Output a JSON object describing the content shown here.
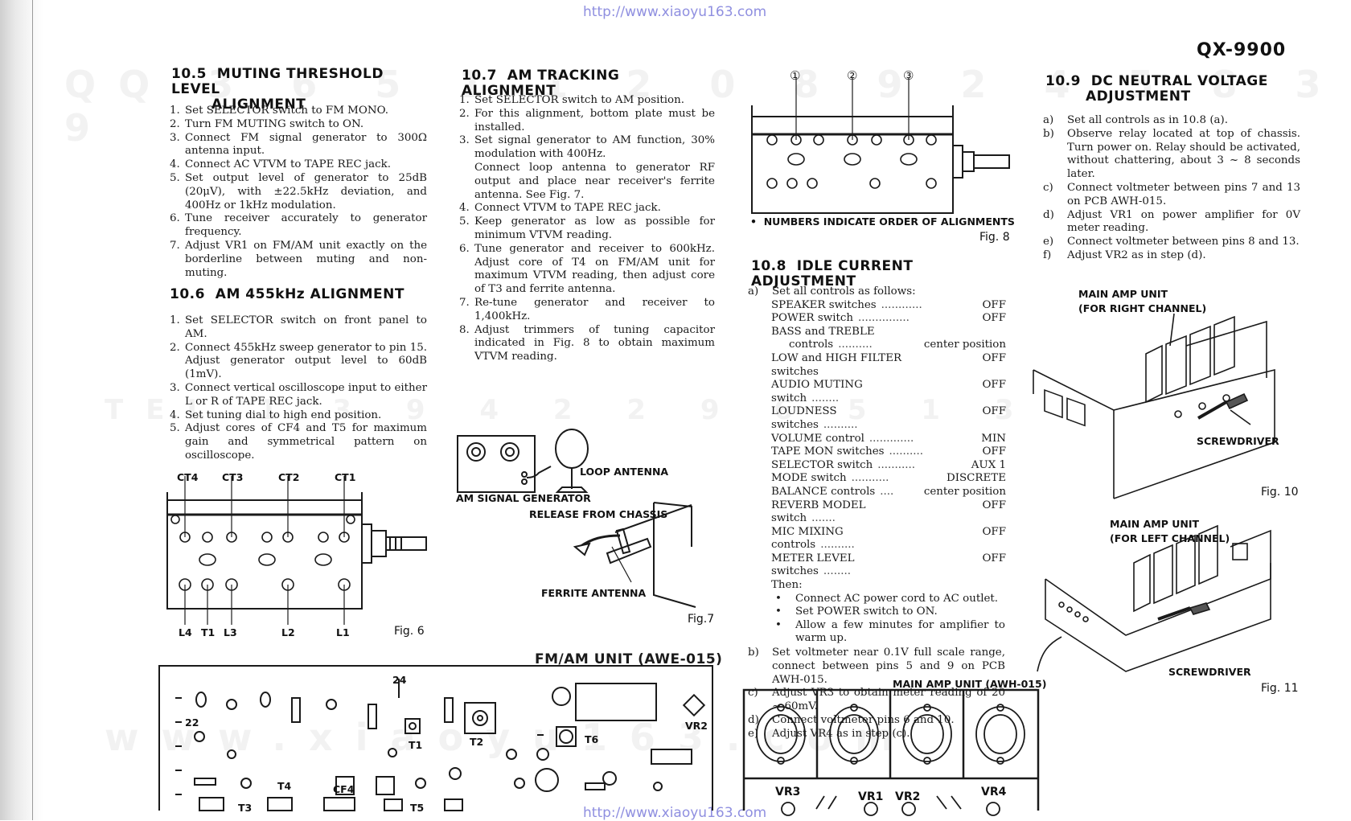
{
  "header": {
    "url_top": "http://www.xiaoyu163.com",
    "url_bottom": "http://www.xiaoyu163.com",
    "model": "QX-9900"
  },
  "s105": {
    "number": "10.5",
    "title1": "MUTING THRESHOLD LEVEL",
    "title2": "ALIGNMENT",
    "steps": [
      {
        "n": "1.",
        "t": "Set SELECTOR switch to FM MONO."
      },
      {
        "n": "2.",
        "t": "Turn FM MUTING switch to ON."
      },
      {
        "n": "3.",
        "t": "Connect FM signal generator to 300Ω antenna input."
      },
      {
        "n": "4.",
        "t": "Connect AC VTVM to TAPE REC jack."
      },
      {
        "n": "5.",
        "t": "Set output level of generator to 25dB (20μV), with ±22.5kHz deviation, and 400Hz or 1kHz modulation."
      },
      {
        "n": "6.",
        "t": "Tune receiver accurately to generator frequency."
      },
      {
        "n": "7.",
        "t": "Adjust VR1 on FM/AM unit exactly on the borderline between muting and non-muting."
      }
    ]
  },
  "s106": {
    "number": "10.6",
    "title1": "AM 455kHz ALIGNMENT",
    "steps": [
      {
        "n": "1.",
        "t": "Set SELECTOR switch on front panel to AM."
      },
      {
        "n": "2.",
        "t": "Connect 455kHz sweep generator to pin 15. Adjust generator output level to 60dB (1mV)."
      },
      {
        "n": "3.",
        "t": "Connect vertical oscilloscope input to either L or R of TAPE REC jack."
      },
      {
        "n": "4.",
        "t": "Set tuning dial to high end position."
      },
      {
        "n": "5.",
        "t": "Adjust cores of CF4 and T5 for maximum gain and symmetrical pattern on oscilloscope."
      }
    ]
  },
  "fig6": {
    "top_labels": [
      "CT4",
      "CT3",
      "CT2",
      "CT1"
    ],
    "bottom_labels": [
      "L4",
      "T1",
      "L3",
      "L2",
      "L1"
    ],
    "caption": "Fig. 6"
  },
  "s107": {
    "number": "10.7",
    "title1": "AM TRACKING ALIGNMENT",
    "steps": [
      {
        "n": "1.",
        "t": "Set SELECTOR switch to AM position."
      },
      {
        "n": "2.",
        "t": "For this alignment, bottom plate must be installed."
      },
      {
        "n": "3.",
        "t": "Set signal generator to AM function, 30% modulation with 400Hz.",
        "t2": "Connect loop antenna to generator RF output and place near receiver's ferrite antenna. See Fig. 7."
      },
      {
        "n": "4.",
        "t": "Connect VTVM to TAPE REC jack."
      },
      {
        "n": "5.",
        "t": "Keep generator as low as possible for minimum VTVM reading."
      },
      {
        "n": "6.",
        "t": "Tune generator and receiver to 600kHz. Adjust core of T4 on FM/AM unit for maximum VTVM reading, then adjust core of T3 and ferrite antenna."
      },
      {
        "n": "7.",
        "t": "Re-tune generator and receiver to 1,400kHz."
      },
      {
        "n": "8.",
        "t": "Adjust trimmers of tuning capacitor indicated in Fig. 8 to obtain maximum VTVM reading."
      }
    ]
  },
  "fig7": {
    "loop_antenna": "LOOP ANTENNA",
    "generator": "AM SIGNAL GENERATOR",
    "release": "RELEASE FROM CHASSIS",
    "ferrite": "FERRITE ANTENNA",
    "caption": "Fig.7"
  },
  "fig8": {
    "markers": [
      "①",
      "②",
      "③"
    ],
    "note": "NUMBERS INDICATE ORDER OF ALIGNMENTS",
    "caption": "Fig. 8"
  },
  "s108": {
    "number": "10.8",
    "title1": "IDLE CURRENT ADJUSTMENT",
    "a_label": "a)",
    "a_text": "Set all controls as follows:",
    "controls": [
      {
        "name": "SPEAKER switches",
        "dots": "............",
        "value": "OFF"
      },
      {
        "name": "POWER switch",
        "dots": "...............",
        "value": "OFF"
      },
      {
        "name": "BASS and TREBLE",
        "dots": "",
        "value": ""
      },
      {
        "name": "controls",
        "dots": "..........",
        "value": "center position",
        "indent": true
      },
      {
        "name": "LOW and HIGH FILTER switches",
        "dots": "",
        "value": "OFF"
      },
      {
        "name": "AUDIO MUTING switch",
        "dots": "........",
        "value": "OFF"
      },
      {
        "name": "LOUDNESS switches",
        "dots": "..........",
        "value": "OFF"
      },
      {
        "name": "VOLUME control",
        "dots": ".............",
        "value": "MIN"
      },
      {
        "name": "TAPE MON switches",
        "dots": "..........",
        "value": "OFF"
      },
      {
        "name": "SELECTOR switch",
        "dots": "...........",
        "value": "AUX 1"
      },
      {
        "name": "MODE switch",
        "dots": "...........",
        "value": "DISCRETE"
      },
      {
        "name": "BALANCE controls",
        "dots": "....",
        "value": "center position"
      },
      {
        "name": "REVERB MODEL switch",
        "dots": ".......",
        "value": "OFF"
      },
      {
        "name": "MIC MIXING controls",
        "dots": "..........",
        "value": "OFF"
      },
      {
        "name": "METER LEVEL switches",
        "dots": "........",
        "value": "OFF"
      }
    ],
    "then": "Then:",
    "bullets": [
      "Connect AC power cord to AC outlet.",
      "Set POWER switch to ON.",
      "Allow a few minutes for amplifier to warm up."
    ],
    "rest": [
      {
        "n": "b)",
        "t": "Set voltmeter near 0.1V full scale range, connect between pins 5 and 9 on PCB AWH-015."
      },
      {
        "n": "c)",
        "t": "Adjust VR3 to obtain meter reading of 20 ~ 60mV."
      },
      {
        "n": "d)",
        "t": "Connect voltmeter pins 6 and 10."
      },
      {
        "n": "e)",
        "t": "Adjust VR4 as in step (c)."
      }
    ]
  },
  "s109": {
    "number": "10.9",
    "title1": "DC NEUTRAL VOLTAGE",
    "title2": "ADJUSTMENT",
    "steps": [
      {
        "n": "a)",
        "t": "Set all controls as in 10.8 (a)."
      },
      {
        "n": "b)",
        "t": "Observe relay located at top of chassis. Turn power on. Relay should be activated, without chattering, about 3 ~ 8 seconds later."
      },
      {
        "n": "c)",
        "t": "Connect voltmeter between pins 7 and 13 on PCB AWH-015."
      },
      {
        "n": "d)",
        "t": "Adjust VR1 on power amplifier for 0V meter reading."
      },
      {
        "n": "e)",
        "t": "Connect voltmeter between pins 8 and 13."
      },
      {
        "n": "f)",
        "t": "Adjust VR2 as in step (d)."
      }
    ]
  },
  "fig10": {
    "label1": "MAIN AMP UNIT",
    "label2": "(FOR RIGHT CHANNEL)",
    "screwdriver": "SCREWDRIVER",
    "caption": "Fig. 10"
  },
  "fig11": {
    "label1": "MAIN AMP UNIT",
    "label2": "(FOR LEFT CHANNEL)",
    "screwdriver": "SCREWDRIVER",
    "caption": "Fig. 11"
  },
  "fmam": {
    "title": "FM/AM UNIT (AWE-015)",
    "labels": {
      "p24": "24",
      "p22": "22",
      "t1": "T1",
      "t2": "T2",
      "t6": "T6",
      "vr2": "VR2",
      "t4": "T4",
      "cf4": "CF4",
      "t3": "T3",
      "t5": "T5"
    }
  },
  "mainamp": {
    "title": "MAIN AMP UNIT (AWH-015)",
    "labels": [
      "VR3",
      "VR1",
      "VR2",
      "VR4"
    ]
  },
  "watermark": [
    "QQ 3 6 5 1 1 2 0 8 9 2 4 5 8 3 9",
    "TEL 1 3 9 4 2 2 9 6 5 1 3",
    "www.xiaoyu163.com"
  ]
}
